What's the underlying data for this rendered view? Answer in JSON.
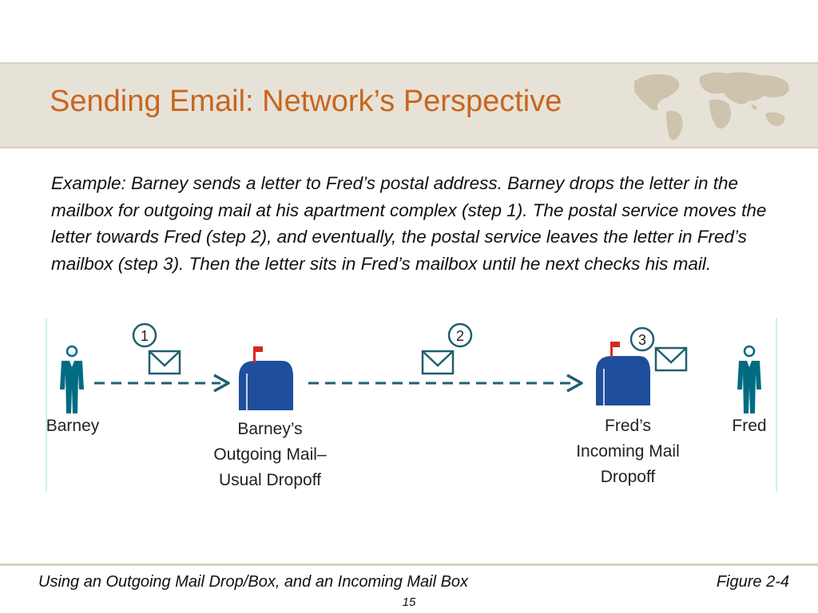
{
  "slide": {
    "title": "Sending Email: Network’s Perspective",
    "body": "Example: Barney sends a letter to Fred’s postal address. Barney drops the letter in the mailbox for outgoing mail at his apartment complex (step 1). The postal service moves the letter towards Fred (step 2), and eventually, the postal service leaves the letter in Fred’s mailbox (step 3). Then the letter sits in Fred’s mailbox until he next checks his mail."
  },
  "diagram": {
    "steps": [
      "1",
      "2",
      "3"
    ],
    "sender_label": "Barney",
    "outgoing_label": [
      "Barney’s",
      "Outgoing Mail–",
      "Usual Dropoff"
    ],
    "incoming_label": [
      "Fred’s",
      "Incoming Mail",
      "Dropoff"
    ],
    "recipient_label": "Fred",
    "icons": [
      "person-icon",
      "envelope-icon",
      "mailbox-icon",
      "arrow-icon",
      "world-map"
    ],
    "colors": {
      "title": "#c8661d",
      "band": "#e7e2d8",
      "person": "#006b82",
      "mailbox": "#1f4e9c",
      "flag": "#d42a1e",
      "arrow": "#1f5f70",
      "step_circle": "#1f5f70"
    }
  },
  "footer": {
    "caption": "Using an Outgoing Mail Drop/Box, and an Incoming Mail Box",
    "figure": "Figure 2-4",
    "page": "15"
  }
}
